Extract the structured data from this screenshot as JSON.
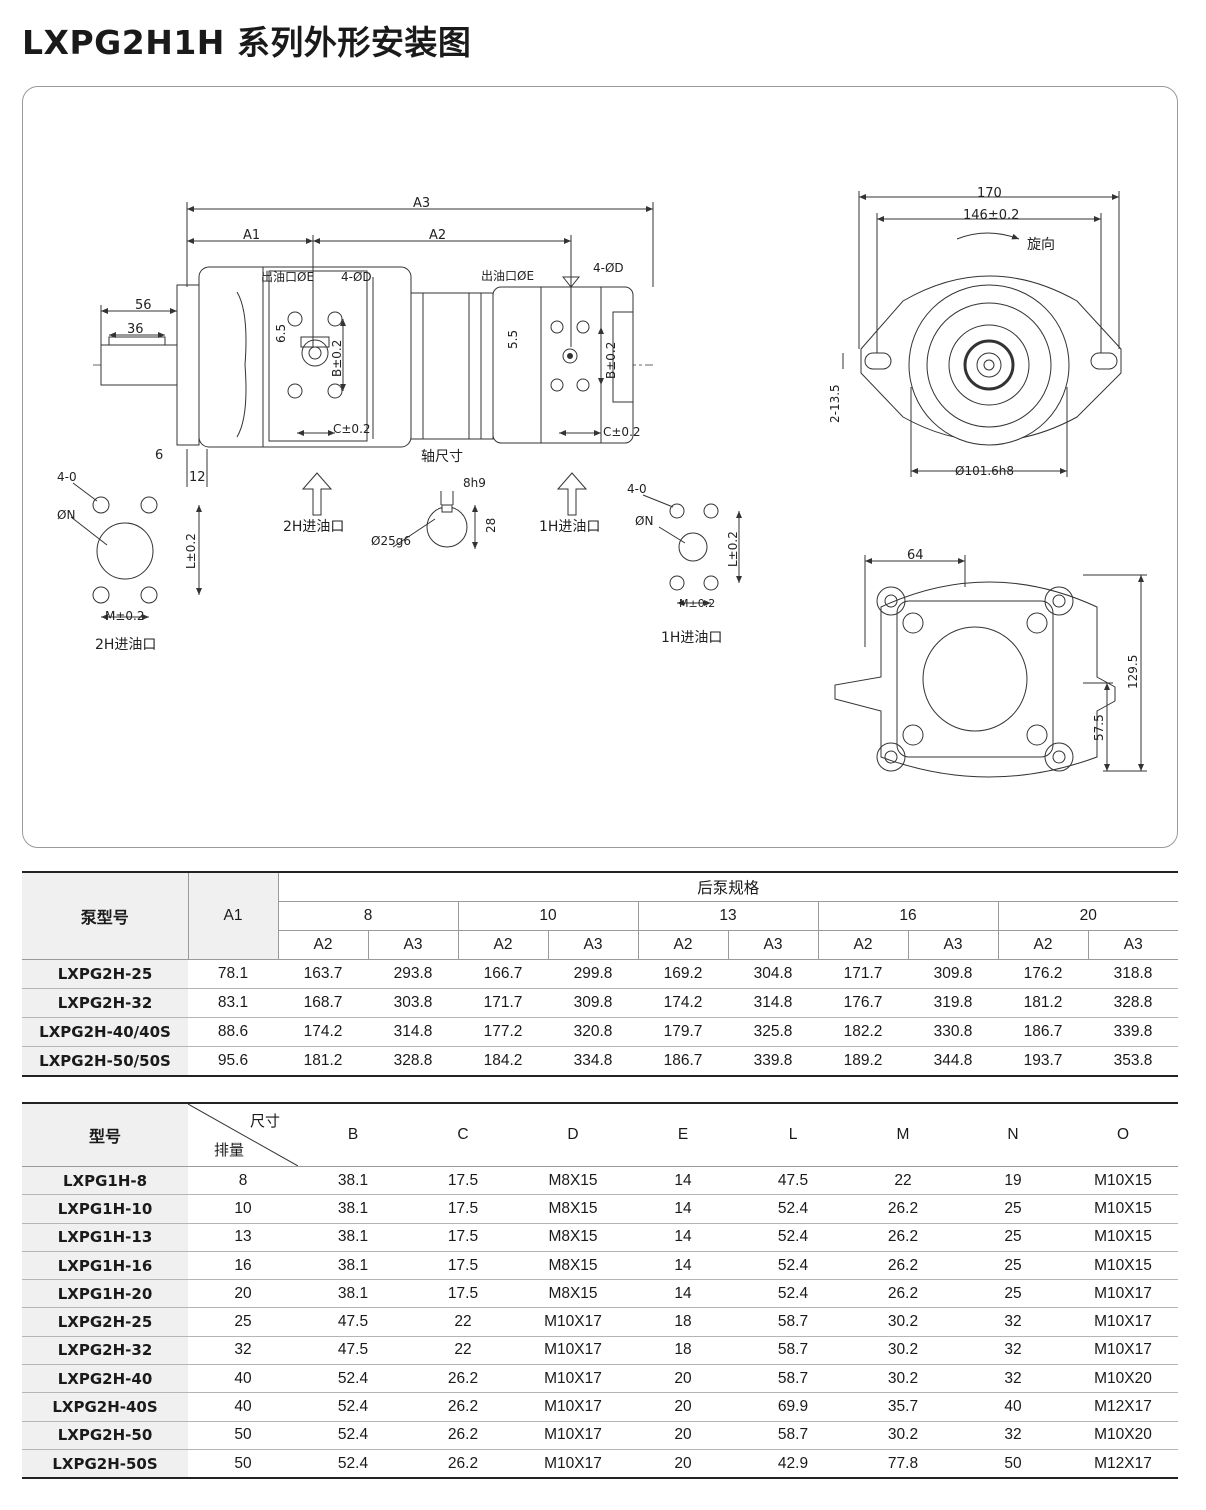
{
  "title": "LXPG2H1H 系列外形安装图",
  "drawing": {
    "dims": {
      "a3": "A3",
      "a1": "A1",
      "a2": "A2",
      "d56": "56",
      "d36": "36",
      "d6": "6",
      "d12": "12",
      "outlet_e_left": "出油口ØE",
      "bolt_d_left": "4-ØD",
      "outlet_e_right": "出油口ØE",
      "bolt_d_right": "4-ØD",
      "d6_5": "6.5",
      "d5_5": "5.5",
      "b_left": "B±0.2",
      "b_right": "B±0.2",
      "c_left": "C±0.2",
      "c_right": "C±0.2",
      "shaft_size": "轴尺寸",
      "inlet_2h_arrow": "2H进油口",
      "inlet_1h_arrow": "1H进油口",
      "key_8h9": "8h9",
      "shaft_25g6": "Ø25g6",
      "d28": "28",
      "left_4o": "4-0",
      "left_n": "ØN",
      "left_l": "L±0.2",
      "left_m": "M±0.2",
      "left_caption": "2H进油口",
      "right_4o": "4-0",
      "right_n": "ØN",
      "right_l": "L±0.2",
      "right_m": "M±0.2",
      "right_caption": "1H进油口",
      "d170": "170",
      "d146": "146±0.2",
      "rotation": "旋向",
      "d2_13_5": "2-13.5",
      "d101_6": "Ø101.6h8",
      "d64": "64",
      "d129_5": "129.5",
      "d57_5": "57.5"
    }
  },
  "table1": {
    "col_model": "泵型号",
    "col_a1": "A1",
    "group_title": "后泵规格",
    "groups": [
      "8",
      "10",
      "13",
      "16",
      "20"
    ],
    "sub_a2": "A2",
    "sub_a3": "A3",
    "rows": [
      {
        "model": "LXPG2H-25",
        "a1": "78.1",
        "v": [
          "163.7",
          "293.8",
          "166.7",
          "299.8",
          "169.2",
          "304.8",
          "171.7",
          "309.8",
          "176.2",
          "318.8"
        ]
      },
      {
        "model": "LXPG2H-32",
        "a1": "83.1",
        "v": [
          "168.7",
          "303.8",
          "171.7",
          "309.8",
          "174.2",
          "314.8",
          "176.7",
          "319.8",
          "181.2",
          "328.8"
        ]
      },
      {
        "model": "LXPG2H-40/40S",
        "a1": "88.6",
        "v": [
          "174.2",
          "314.8",
          "177.2",
          "320.8",
          "179.7",
          "325.8",
          "182.2",
          "330.8",
          "186.7",
          "339.8"
        ]
      },
      {
        "model": "LXPG2H-50/50S",
        "a1": "95.6",
        "v": [
          "181.2",
          "328.8",
          "184.2",
          "334.8",
          "186.7",
          "339.8",
          "189.2",
          "344.8",
          "193.7",
          "353.8"
        ]
      }
    ]
  },
  "table2": {
    "col_model": "型号",
    "diag_top": "尺寸",
    "diag_bottom": "排量",
    "cols": [
      "B",
      "C",
      "D",
      "E",
      "L",
      "M",
      "N",
      "O"
    ],
    "rows": [
      {
        "model": "LXPG1H-8",
        "disp": "8",
        "v": [
          "38.1",
          "17.5",
          "M8X15",
          "14",
          "47.5",
          "22",
          "19",
          "M10X15"
        ]
      },
      {
        "model": "LXPG1H-10",
        "disp": "10",
        "v": [
          "38.1",
          "17.5",
          "M8X15",
          "14",
          "52.4",
          "26.2",
          "25",
          "M10X15"
        ]
      },
      {
        "model": "LXPG1H-13",
        "disp": "13",
        "v": [
          "38.1",
          "17.5",
          "M8X15",
          "14",
          "52.4",
          "26.2",
          "25",
          "M10X15"
        ]
      },
      {
        "model": "LXPG1H-16",
        "disp": "16",
        "v": [
          "38.1",
          "17.5",
          "M8X15",
          "14",
          "52.4",
          "26.2",
          "25",
          "M10X15"
        ]
      },
      {
        "model": "LXPG1H-20",
        "disp": "20",
        "v": [
          "38.1",
          "17.5",
          "M8X15",
          "14",
          "52.4",
          "26.2",
          "25",
          "M10X17"
        ]
      },
      {
        "model": "LXPG2H-25",
        "disp": "25",
        "v": [
          "47.5",
          "22",
          "M10X17",
          "18",
          "58.7",
          "30.2",
          "32",
          "M10X17"
        ]
      },
      {
        "model": "LXPG2H-32",
        "disp": "32",
        "v": [
          "47.5",
          "22",
          "M10X17",
          "18",
          "58.7",
          "30.2",
          "32",
          "M10X17"
        ]
      },
      {
        "model": "LXPG2H-40",
        "disp": "40",
        "v": [
          "52.4",
          "26.2",
          "M10X17",
          "20",
          "58.7",
          "30.2",
          "32",
          "M10X20"
        ]
      },
      {
        "model": "LXPG2H-40S",
        "disp": "40",
        "v": [
          "52.4",
          "26.2",
          "M10X17",
          "20",
          "69.9",
          "35.7",
          "40",
          "M12X17"
        ]
      },
      {
        "model": "LXPG2H-50",
        "disp": "50",
        "v": [
          "52.4",
          "26.2",
          "M10X17",
          "20",
          "58.7",
          "30.2",
          "32",
          "M10X20"
        ]
      },
      {
        "model": "LXPG2H-50S",
        "disp": "50",
        "v": [
          "52.4",
          "26.2",
          "M10X17",
          "20",
          "42.9",
          "77.8",
          "50",
          "M12X17"
        ]
      }
    ]
  }
}
